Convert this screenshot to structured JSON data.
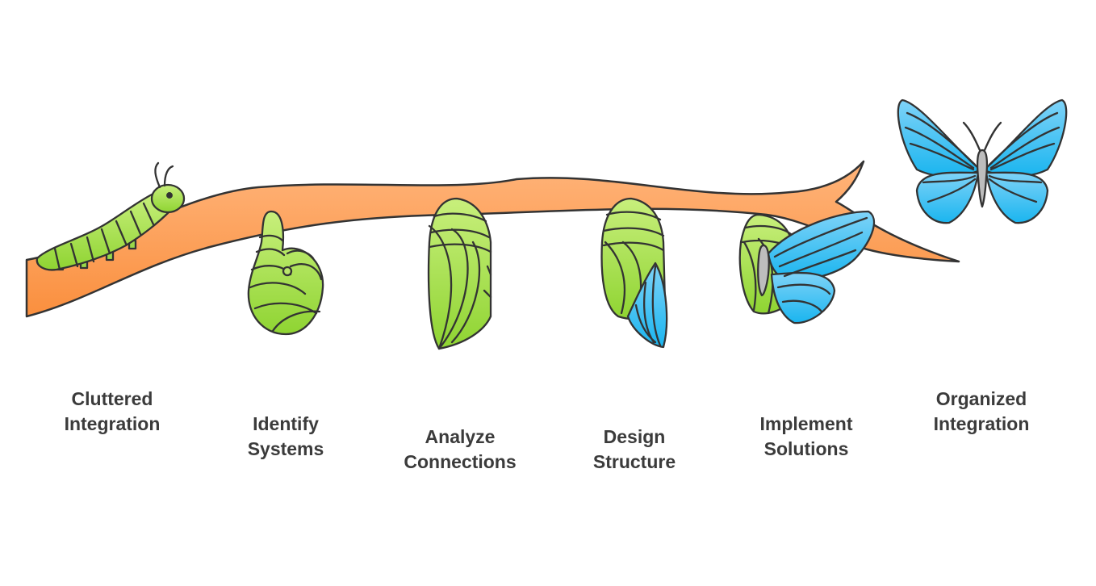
{
  "stages": [
    {
      "id": "caterpillar",
      "line1": "Cluttered",
      "line2": "Integration"
    },
    {
      "id": "early-pupa",
      "line1": "Identify",
      "line2": "Systems"
    },
    {
      "id": "chrysalis",
      "line1": "Analyze",
      "line2": "Connections"
    },
    {
      "id": "winged-chrysalis",
      "line1": "Design",
      "line2": "Structure"
    },
    {
      "id": "emerging-butterfly",
      "line1": "Implement",
      "line2": "Solutions"
    },
    {
      "id": "butterfly",
      "line1": "Organized",
      "line2": "Integration"
    }
  ],
  "colors": {
    "branch_top": "#ffb47a",
    "branch_bottom": "#fa8f3e",
    "green_light": "#c8ef7c",
    "green_dark": "#8fd432",
    "blue_light": "#7fd3f8",
    "blue_dark": "#1ab5ef",
    "outline": "#333333",
    "label_text": "#3b3b3b"
  }
}
